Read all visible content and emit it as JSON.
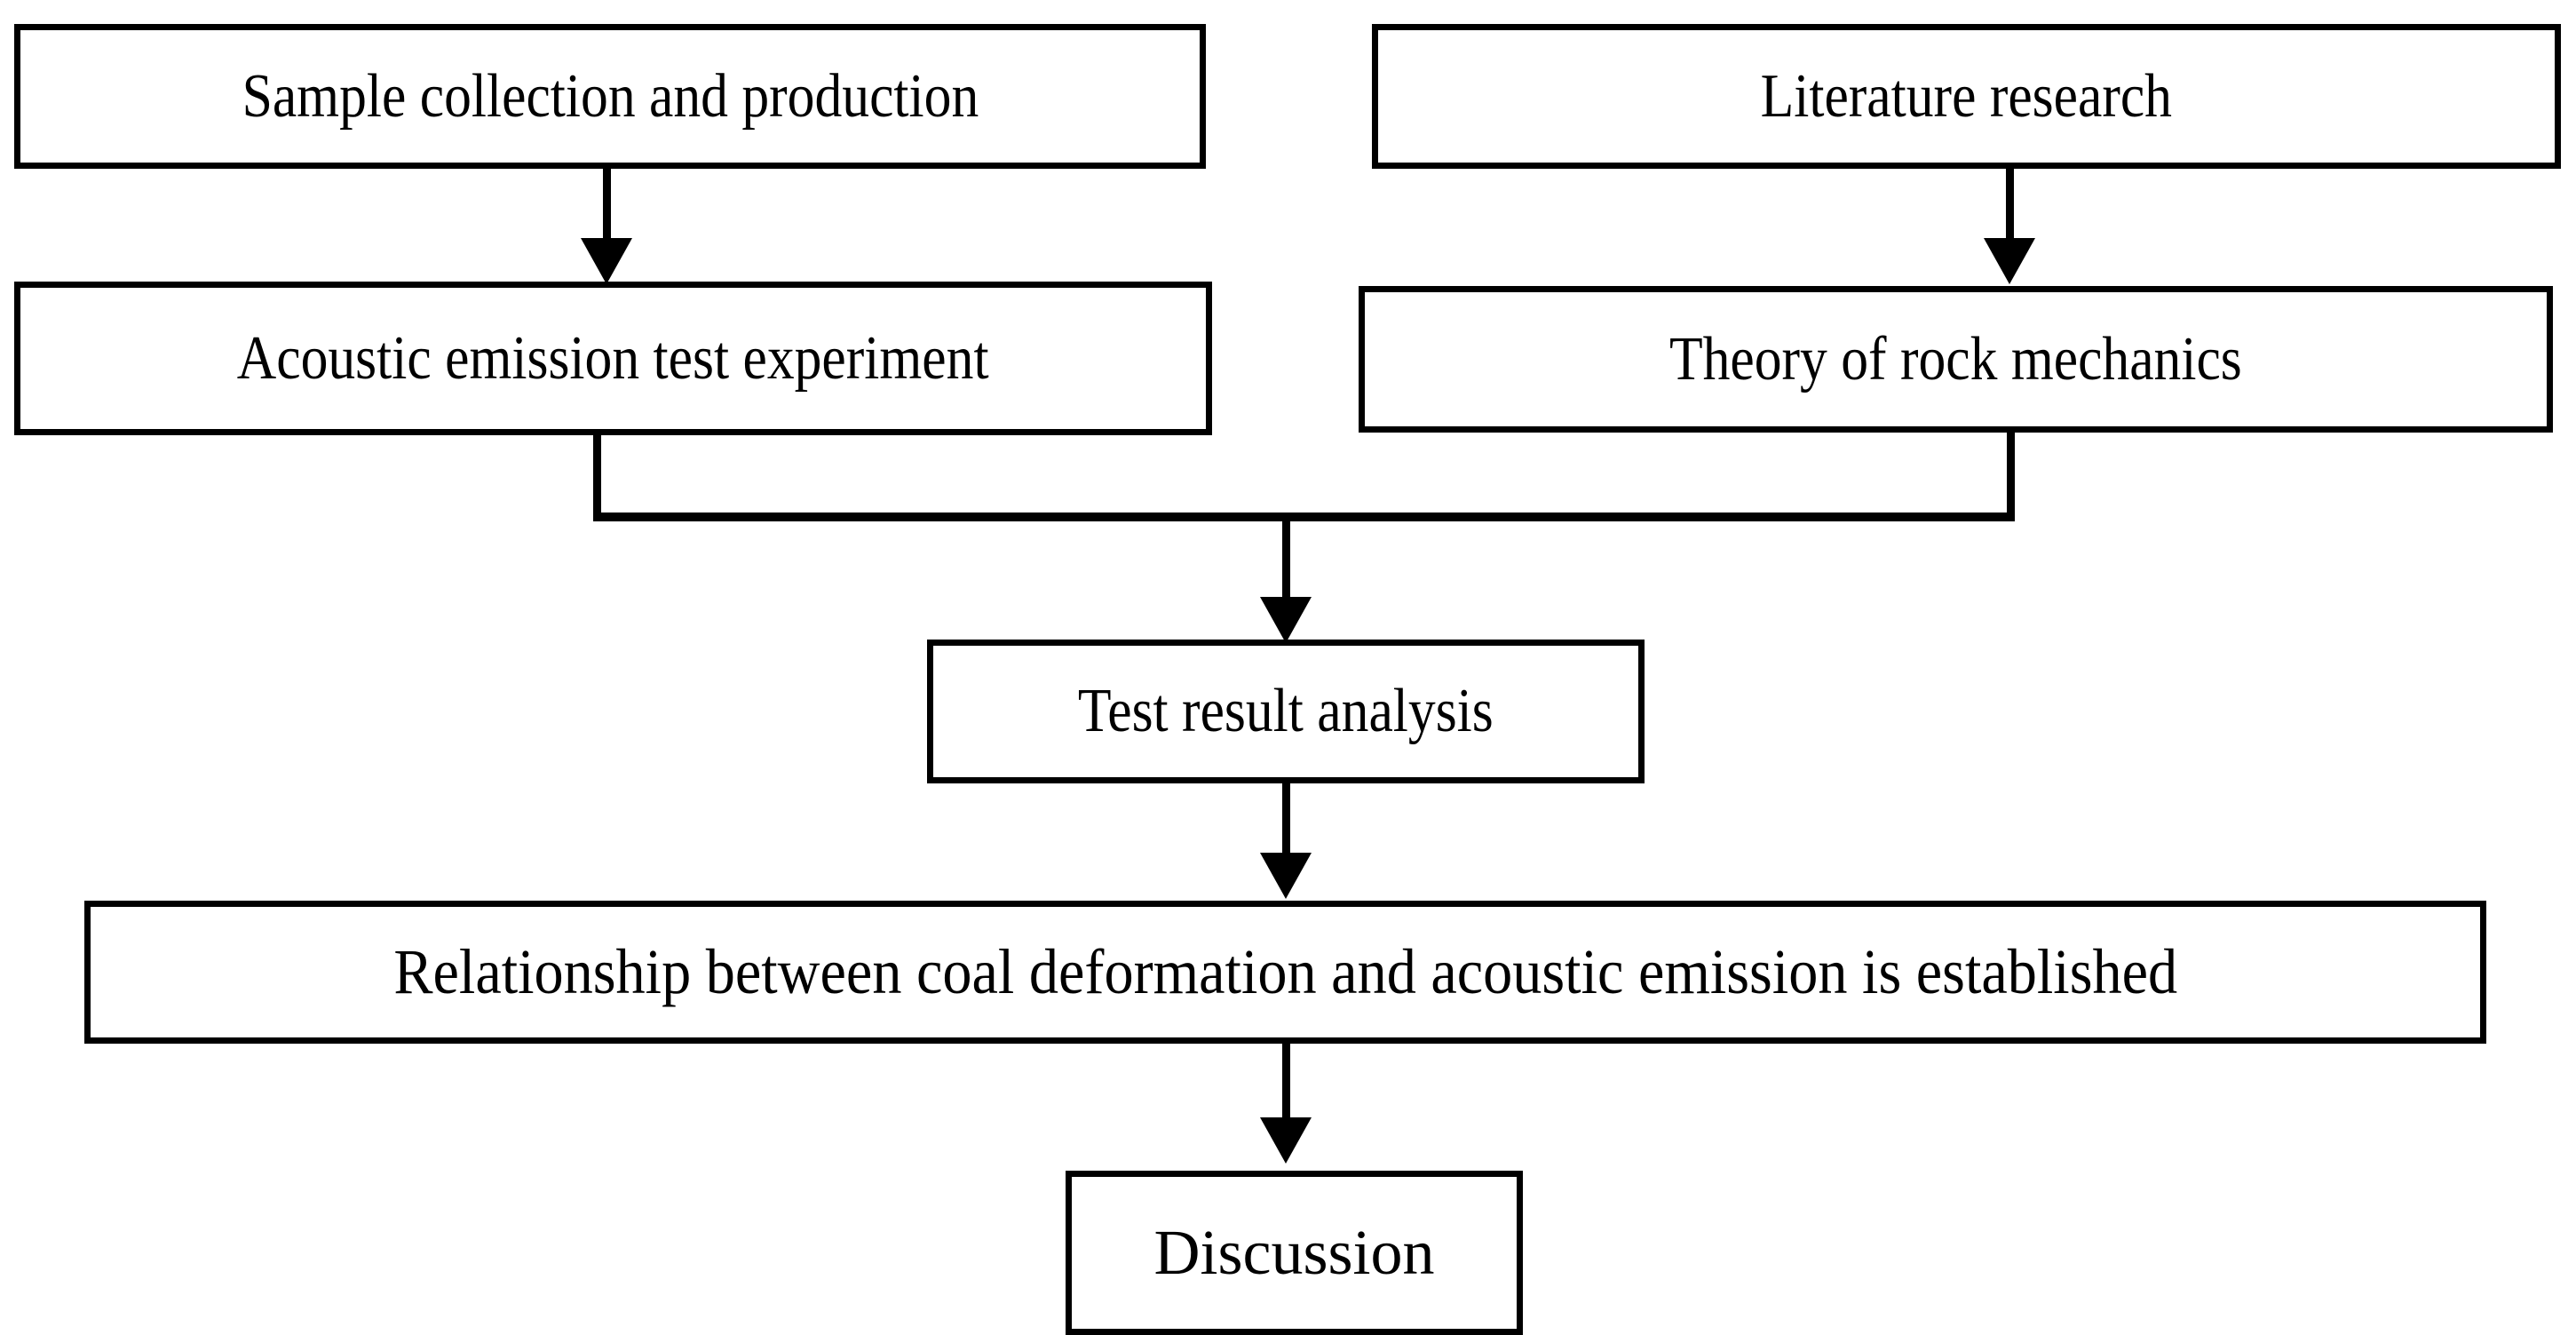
{
  "diagram": {
    "type": "flowchart",
    "orientation": "top-to-bottom",
    "background_color": "#ffffff",
    "line_color": "#000000",
    "nodes": [
      {
        "id": "sample",
        "label": "Sample collection and production"
      },
      {
        "id": "literature",
        "label": "Literature research"
      },
      {
        "id": "acoustic",
        "label": "Acoustic emission test experiment"
      },
      {
        "id": "theory",
        "label": "Theory of rock mechanics"
      },
      {
        "id": "analysis",
        "label": "Test result analysis"
      },
      {
        "id": "relationship",
        "label": "Relationship between coal deformation and acoustic emission is established"
      },
      {
        "id": "discussion",
        "label": "Discussion"
      }
    ],
    "edges": [
      {
        "from": "sample",
        "to": "acoustic",
        "style": "arrow"
      },
      {
        "from": "literature",
        "to": "theory",
        "style": "arrow"
      },
      {
        "from": "acoustic",
        "to": "analysis",
        "style": "merge-arrow"
      },
      {
        "from": "theory",
        "to": "analysis",
        "style": "merge-arrow"
      },
      {
        "from": "analysis",
        "to": "relationship",
        "style": "arrow"
      },
      {
        "from": "relationship",
        "to": "discussion",
        "style": "arrow"
      }
    ]
  }
}
